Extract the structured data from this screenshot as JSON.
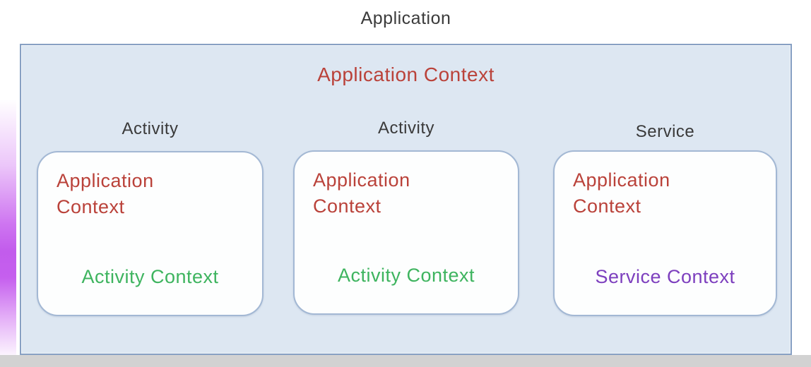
{
  "window": {
    "bottom_bar_color": "#d2d2d2",
    "accent_strip_color": "#c25cec",
    "background_color": "#ffffff"
  },
  "diagram": {
    "title": "Application",
    "outer_box": {
      "label": "Application Context",
      "fill_color": "#dde7f2",
      "border_color": "#87a0c3",
      "label_color": "#ba423a"
    },
    "groups": [
      {
        "label": "Activity",
        "app_context_label": "Application Context",
        "context_label": "Activity Context",
        "context_color": "#3eb45f"
      },
      {
        "label": "Activity",
        "app_context_label": "Application Context",
        "context_label": "Activity Context",
        "context_color": "#3eb45f"
      },
      {
        "label": "Service",
        "app_context_label": "Application Context",
        "context_label": "Service Context",
        "context_color": "#7d3fbe"
      }
    ],
    "text_colors": {
      "heading_gray": "#3b3b3b",
      "context_red": "#ba423a",
      "activity_green": "#3eb45f",
      "service_purple": "#7d3fbe"
    }
  }
}
